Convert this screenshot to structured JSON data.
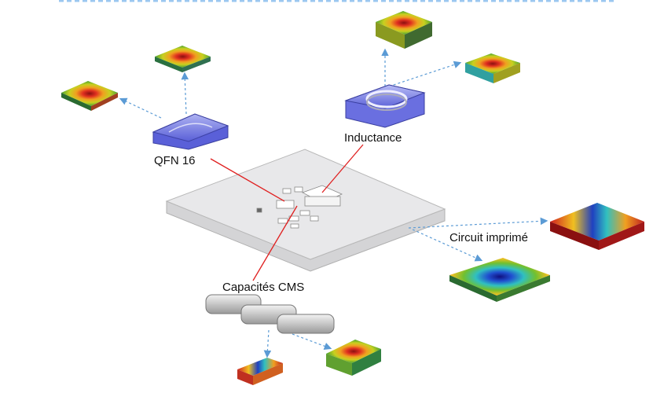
{
  "labels": {
    "qfn": "QFN 16",
    "inductance": "Inductance",
    "pcb": "Circuit imprimé",
    "capacitors": "Capacités CMS"
  },
  "colors": {
    "arrow": "#5b9bd5",
    "leader": "#e02020",
    "component": "#6a6fe0",
    "board": "#e6e6e8"
  }
}
